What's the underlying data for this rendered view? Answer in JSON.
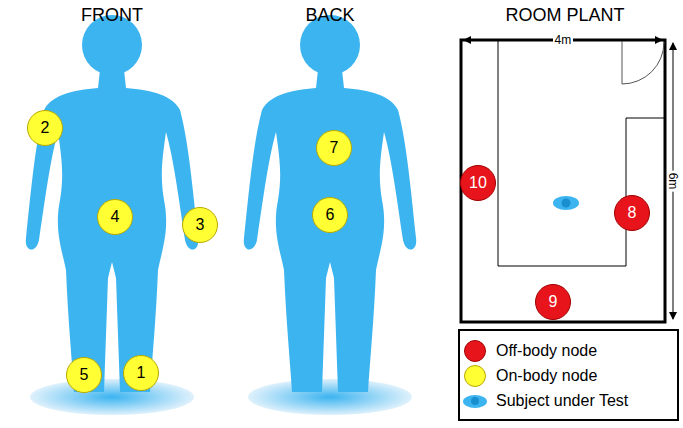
{
  "diagram": {
    "nodes": [
      {
        "text": [
          "2"
        ]
      },
      {
        "text": [
          "7"
        ]
      },
      {
        "text": [
          "10"
        ]
      },
      {
        "text": [
          "8"
        ]
      },
      {
        "text": [
          "4"
        ]
      },
      {
        "text": [
          "6"
        ]
      },
      {
        "text": [
          "3"
        ]
      },
      {
        "text": [
          "9"
        ]
      },
      {
        "text": [
          "5"
        ]
      },
      {
        "text": [
          "1"
        ]
      }
    ],
    "labels": [
      "FRONT",
      "BACK",
      "ROOM PLANT",
      "4m",
      "6m"
    ],
    "legend": [
      {
        "text": "Off-body node",
        "color": "#e8141c"
      },
      {
        "text": "On-body node",
        "color": "#ffff33"
      },
      {
        "text": "Subject under Test",
        "color": "#3cb4f0"
      }
    ]
  }
}
